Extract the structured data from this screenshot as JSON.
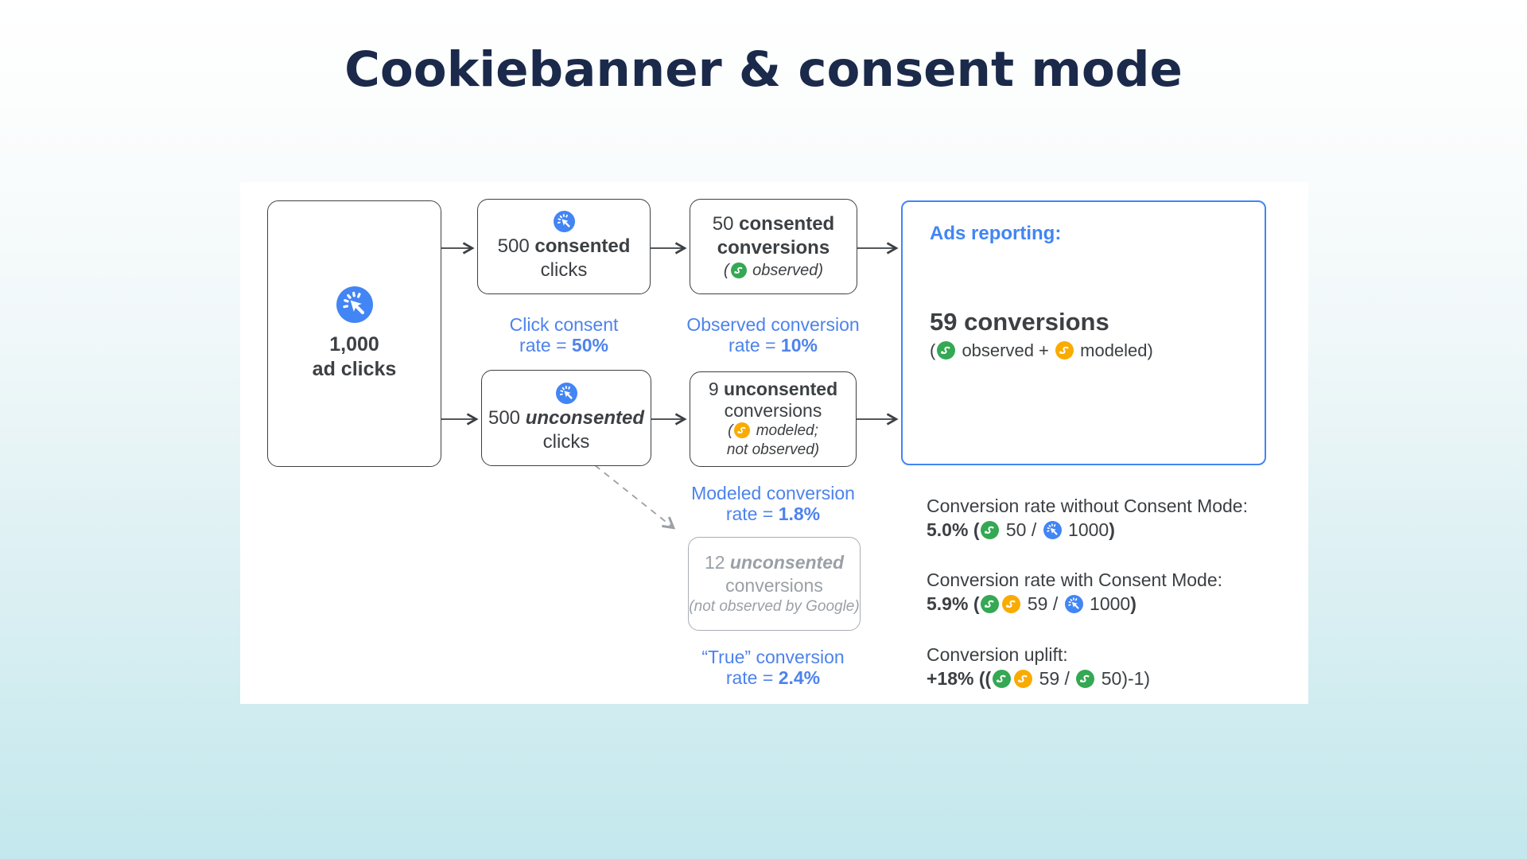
{
  "title": "Cookiebanner & consent mode",
  "colors": {
    "blue": "#4285F4",
    "green": "#34A853",
    "yellow": "#F9AB00",
    "navy": "#1b2a4a",
    "text": "#3C4043",
    "muted": "#9AA0A6"
  },
  "diagram": {
    "ad_clicks_box": {
      "value": "1,000",
      "label": "ad clicks"
    },
    "consented_clicks_box": {
      "line1": [
        {
          "t": "500 "
        },
        {
          "t": "consented",
          "b": 1
        }
      ],
      "line2": "clicks"
    },
    "consented_conversions_box": {
      "line1": [
        {
          "t": "50 "
        },
        {
          "t": "consented",
          "b": 1
        }
      ],
      "line2": [
        {
          "t": "conversions",
          "b": 1
        }
      ],
      "line3": [
        {
          "t": "(",
          "i": 1
        },
        {
          "icon": "conversion",
          "color": "green"
        },
        {
          "t": " observed)",
          "i": 1
        }
      ]
    },
    "unconsented_clicks_box": {
      "line1": [
        {
          "t": "500 "
        },
        {
          "t": "unconsented",
          "b": 1,
          "i": 1
        }
      ],
      "line2": "clicks"
    },
    "unconsented_conversions_box": {
      "line1": [
        {
          "t": "9 "
        },
        {
          "t": "unconsented",
          "b": 1
        }
      ],
      "line2": "conversions",
      "line3": [
        {
          "t": "(",
          "i": 1
        },
        {
          "icon": "conversion",
          "color": "yellow"
        },
        {
          "t": " modeled;",
          "i": 1
        }
      ],
      "line4": [
        {
          "t": "not observed)",
          "i": 1
        }
      ]
    },
    "modeled_unobserved_box": {
      "line1": [
        {
          "t": "12 "
        },
        {
          "t": "unconsented",
          "b": 1,
          "i": 1
        }
      ],
      "line2": "conversions",
      "line3": "(not observed by Google)"
    },
    "ads_reporting_box": {
      "heading": "Ads reporting:",
      "total": "59 conversions",
      "breakdown": [
        {
          "t": "("
        },
        {
          "icon": "conversion",
          "color": "green"
        },
        {
          "t": " observed + "
        },
        {
          "icon": "conversion",
          "color": "yellow"
        },
        {
          "t": " modeled)"
        }
      ]
    },
    "labels": {
      "click_consent": {
        "line1": "Click consent",
        "line2": [
          {
            "t": "rate = "
          },
          {
            "t": "50%",
            "b": 1
          }
        ]
      },
      "observed_rate": {
        "line1": "Observed conversion",
        "line2": [
          {
            "t": "rate = "
          },
          {
            "t": "10%",
            "b": 1
          }
        ]
      },
      "modeled_rate": {
        "line1": "Modeled conversion",
        "line2": [
          {
            "t": "rate = "
          },
          {
            "t": "1.8%",
            "b": 1
          }
        ]
      },
      "true_rate": {
        "line1": "“True” conversion",
        "line2": [
          {
            "t": "rate = "
          },
          {
            "t": "2.4%",
            "b": 1
          }
        ]
      }
    },
    "stats": [
      {
        "label": "Conversion rate without Consent Mode:",
        "value": [
          {
            "t": "5.0% (",
            "b": 1
          },
          {
            "icon": "conversion",
            "color": "green"
          },
          {
            "t": " 50 / "
          },
          {
            "icon": "click",
            "color": "blue"
          },
          {
            "t": " 1000"
          },
          {
            "t": ")",
            "b": 1
          }
        ]
      },
      {
        "label": "Conversion rate with Consent Mode:",
        "value": [
          {
            "t": "5.9% (",
            "b": 1
          },
          {
            "icon": "conversion",
            "color": "green"
          },
          {
            "icon": "conversion",
            "color": "yellow"
          },
          {
            "t": " 59 / "
          },
          {
            "icon": "click",
            "color": "blue"
          },
          {
            "t": " 1000"
          },
          {
            "t": ")",
            "b": 1
          }
        ]
      },
      {
        "label": "Conversion uplift:",
        "value": [
          {
            "t": "+18% ((",
            "b": 1
          },
          {
            "icon": "conversion",
            "color": "green"
          },
          {
            "icon": "conversion",
            "color": "yellow"
          },
          {
            "t": " 59 / "
          },
          {
            "icon": "conversion",
            "color": "green"
          },
          {
            "t": " 50)-1)"
          }
        ]
      }
    ]
  }
}
